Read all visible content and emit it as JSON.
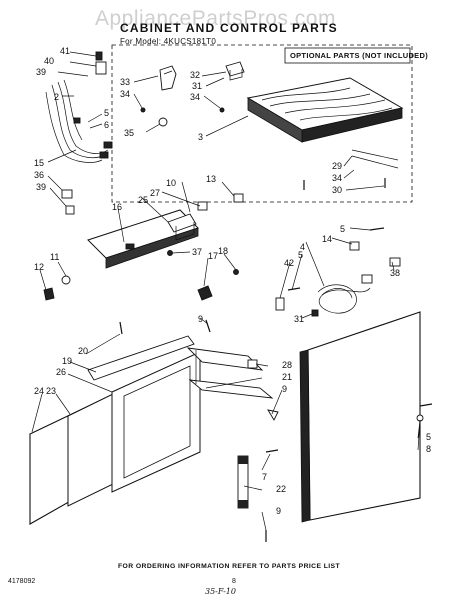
{
  "watermark": "AppliancePartsPros.com",
  "title": "CABINET AND CONTROL PARTS",
  "subtitle": "For Model: 4KUCS181T0",
  "optional_label": "OPTIONAL PARTS (NOT INCLUDED)",
  "footer_text": "FOR ORDERING INFORMATION REFER TO PARTS PRICE LIST",
  "page_number": "8",
  "doc_number": "4178092",
  "handwritten_note": "35-F-10",
  "callouts": {
    "c41": "41",
    "c40": "40",
    "c39a": "39",
    "c2": "2",
    "c5a": "5",
    "c6": "6",
    "c15": "15",
    "c36": "36",
    "c39b": "39",
    "c33": "33",
    "c34a": "34",
    "c35": "35",
    "c32": "32",
    "c31a": "31",
    "c34b": "34",
    "c3": "3",
    "c29": "29",
    "c34c": "34",
    "c30": "30",
    "c13": "13",
    "c10": "10",
    "c27": "27",
    "c25": "25",
    "c16": "16",
    "c37": "37",
    "c18": "18",
    "c17": "17",
    "c11": "11",
    "c12": "12",
    "c5b": "5",
    "c14": "14",
    "c4": "4",
    "c42": "42",
    "c5c": "5",
    "c31b": "31",
    "c38": "38",
    "c9a": "9",
    "c20": "20",
    "c19": "19",
    "c26": "26",
    "c24": "24",
    "c23": "23",
    "c28": "28",
    "c21": "21",
    "c9b": "9",
    "c7": "7",
    "c22": "22",
    "c9c": "9",
    "c5d": "5",
    "c8": "8"
  }
}
